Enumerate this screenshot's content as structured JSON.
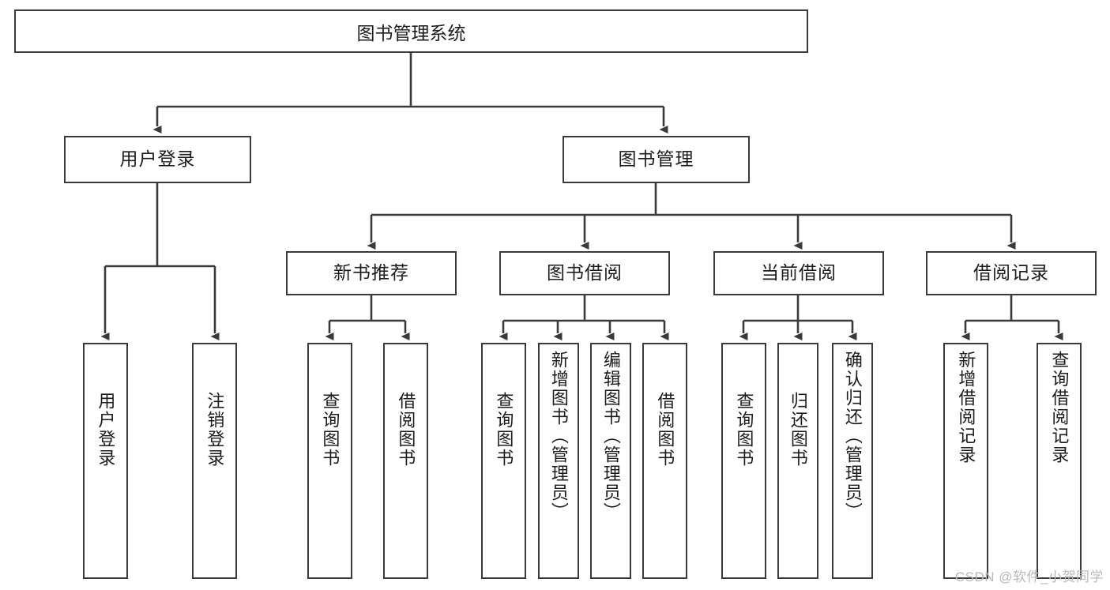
{
  "diagram": {
    "title": "图书管理系统",
    "type": "tree-hierarchy",
    "watermark": "CSDN @软件_小贺同学",
    "colors": {
      "background": "#ffffff",
      "box_border": "#3a3a3a",
      "box_fill": "#ffffff",
      "text": "#1c1c1c",
      "connector": "#3a3a3a",
      "watermark": "#b9b9b9"
    }
  },
  "nodes": {
    "root": {
      "label": "图书管理系统"
    },
    "level1": [
      {
        "id": "user-login",
        "label": "用户登录"
      },
      {
        "id": "book-manage",
        "label": "图书管理"
      }
    ],
    "level2": [
      {
        "id": "new-book-recommend",
        "label": "新书推荐",
        "parent": "book-manage"
      },
      {
        "id": "book-borrow",
        "label": "图书借阅",
        "parent": "book-manage"
      },
      {
        "id": "current-borrow",
        "label": "当前借阅",
        "parent": "book-manage"
      },
      {
        "id": "borrow-record",
        "label": "借阅记录",
        "parent": "book-manage"
      }
    ],
    "leaves": {
      "user-login": [
        {
          "id": "leaf-user-login",
          "label": "用户登录"
        },
        {
          "id": "leaf-logout-login",
          "label": "注销登录"
        }
      ],
      "new-book-recommend": [
        {
          "id": "leaf-query-book-1",
          "label": "查询图书"
        },
        {
          "id": "leaf-borrow-book-1",
          "label": "借阅图书"
        }
      ],
      "book-borrow": [
        {
          "id": "leaf-query-book-2",
          "label": "查询图书"
        },
        {
          "id": "leaf-add-book",
          "label": "新增图书（管理员）"
        },
        {
          "id": "leaf-edit-book",
          "label": "编辑图书（管理员）"
        },
        {
          "id": "leaf-borrow-book-2",
          "label": "借阅图书"
        }
      ],
      "current-borrow": [
        {
          "id": "leaf-query-book-3",
          "label": "查询图书"
        },
        {
          "id": "leaf-return-book",
          "label": "归还图书"
        },
        {
          "id": "leaf-confirm-return",
          "label": "确认归还（管理员）"
        }
      ],
      "borrow-record": [
        {
          "id": "leaf-add-record",
          "label": "新增借阅记录"
        },
        {
          "id": "leaf-query-record",
          "label": "查询借阅记录"
        }
      ]
    }
  }
}
